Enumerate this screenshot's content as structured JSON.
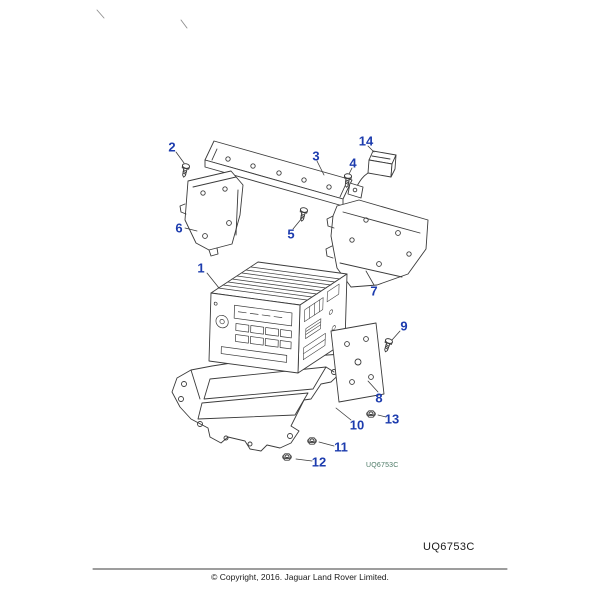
{
  "colors": {
    "callout": "#1d3cae",
    "line-art": "#3b3b3b",
    "code-small": "#4d7a66",
    "text": "#1a1a1a"
  },
  "callouts": {
    "c1": "1",
    "c2": "2",
    "c3": "3",
    "c4": "4",
    "c5": "5",
    "c6": "6",
    "c7": "7",
    "c8": "8",
    "c9": "9",
    "c10": "10",
    "c11": "11",
    "c12": "12",
    "c13": "13",
    "c14": "14"
  },
  "figure": {
    "code_small": "UQ6753C"
  },
  "footer": {
    "code": "UQ6753C",
    "copyright": "© Copyright, 2016. Jaguar Land Rover Limited."
  }
}
